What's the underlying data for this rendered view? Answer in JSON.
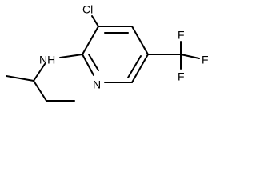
{
  "molecule": {
    "atoms": {
      "chlorine": "Cl",
      "amine": "NH",
      "ring_nitrogen": "N",
      "fluorine_top": "F",
      "fluorine_right": "F",
      "fluorine_bottom": "F"
    }
  }
}
